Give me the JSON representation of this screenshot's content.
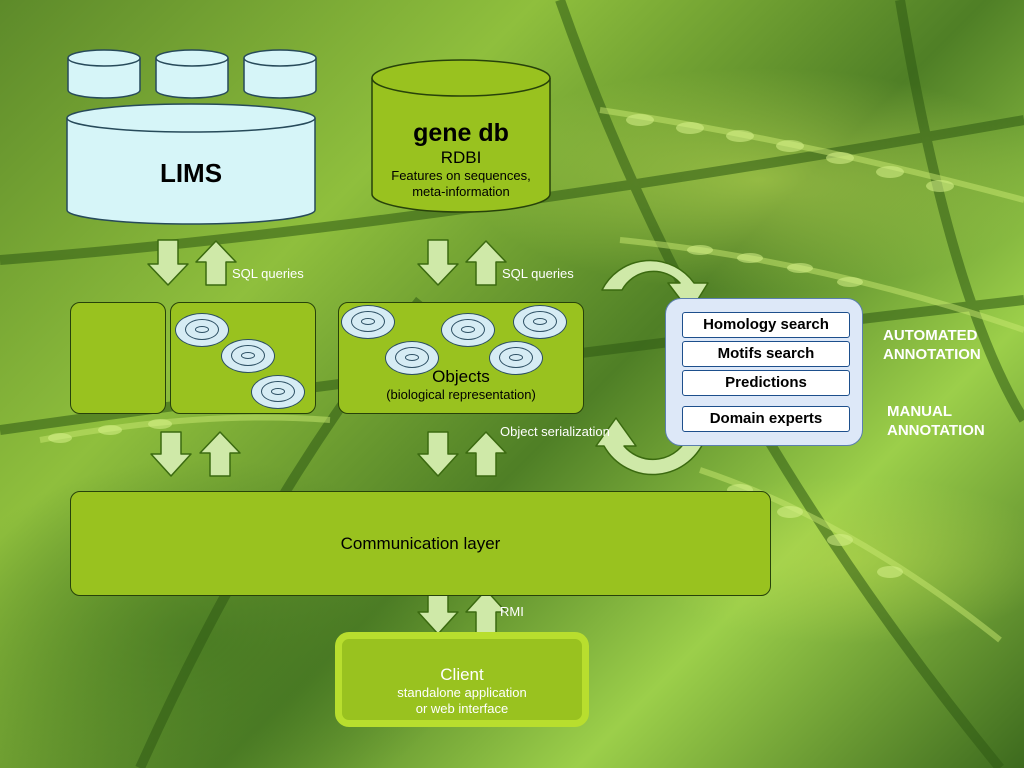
{
  "lims": {
    "label": "LIMS"
  },
  "genedb": {
    "title": "gene db",
    "subtitle": "RDBI",
    "desc_line1": "Features on sequences,",
    "desc_line2": "meta-information"
  },
  "sql_left": "SQL queries",
  "sql_right": "SQL queries",
  "objects": {
    "title": "Objects",
    "subtitle": "(biological representation)"
  },
  "object_serialization": "Object serialization",
  "annotation": {
    "tasks": [
      "Homology search",
      "Motifs search",
      "Predictions",
      "Domain experts"
    ],
    "automated_line1": "AUTOMATED",
    "automated_line2": "ANNOTATION",
    "manual_line1": "MANUAL",
    "manual_line2": "ANNOTATION"
  },
  "communication_layer": "Communication layer",
  "rmi": "RMI",
  "client": {
    "title": "Client",
    "line1": "standalone application",
    "line2": "or web interface"
  },
  "colors": {
    "box_green": "#99c21f",
    "db_fill": "#d6f5f8",
    "annotation_panel": "#dde8f8",
    "task_border": "#1d4f8c",
    "arrow_green": "#cfe9a8"
  }
}
